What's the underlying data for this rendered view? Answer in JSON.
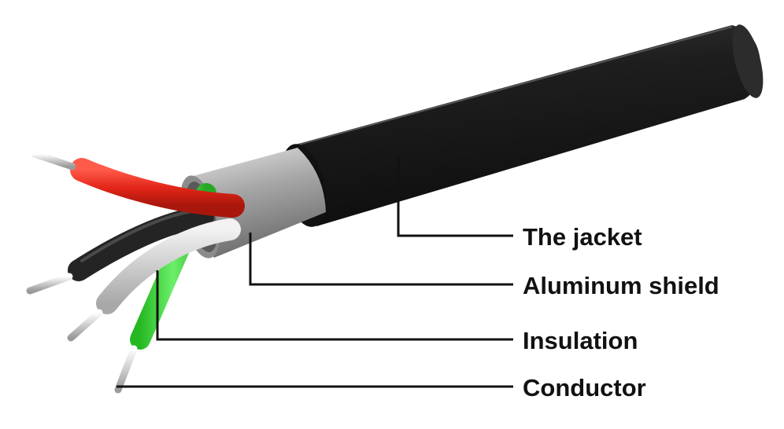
{
  "diagram": {
    "labels": {
      "jacket": "The jacket",
      "shield": "Aluminum shield",
      "insulation": "Insulation",
      "conductor": "Conductor"
    },
    "colors": {
      "jacket": "#1c1c1c",
      "shield": "#a9a9a9",
      "wire_red": "#e0281e",
      "wire_black": "#222222",
      "wire_white": "#d2d2d2",
      "wire_green": "#3fd43a",
      "conductor": "#d9d9d9",
      "leader_line": "#111111"
    }
  }
}
